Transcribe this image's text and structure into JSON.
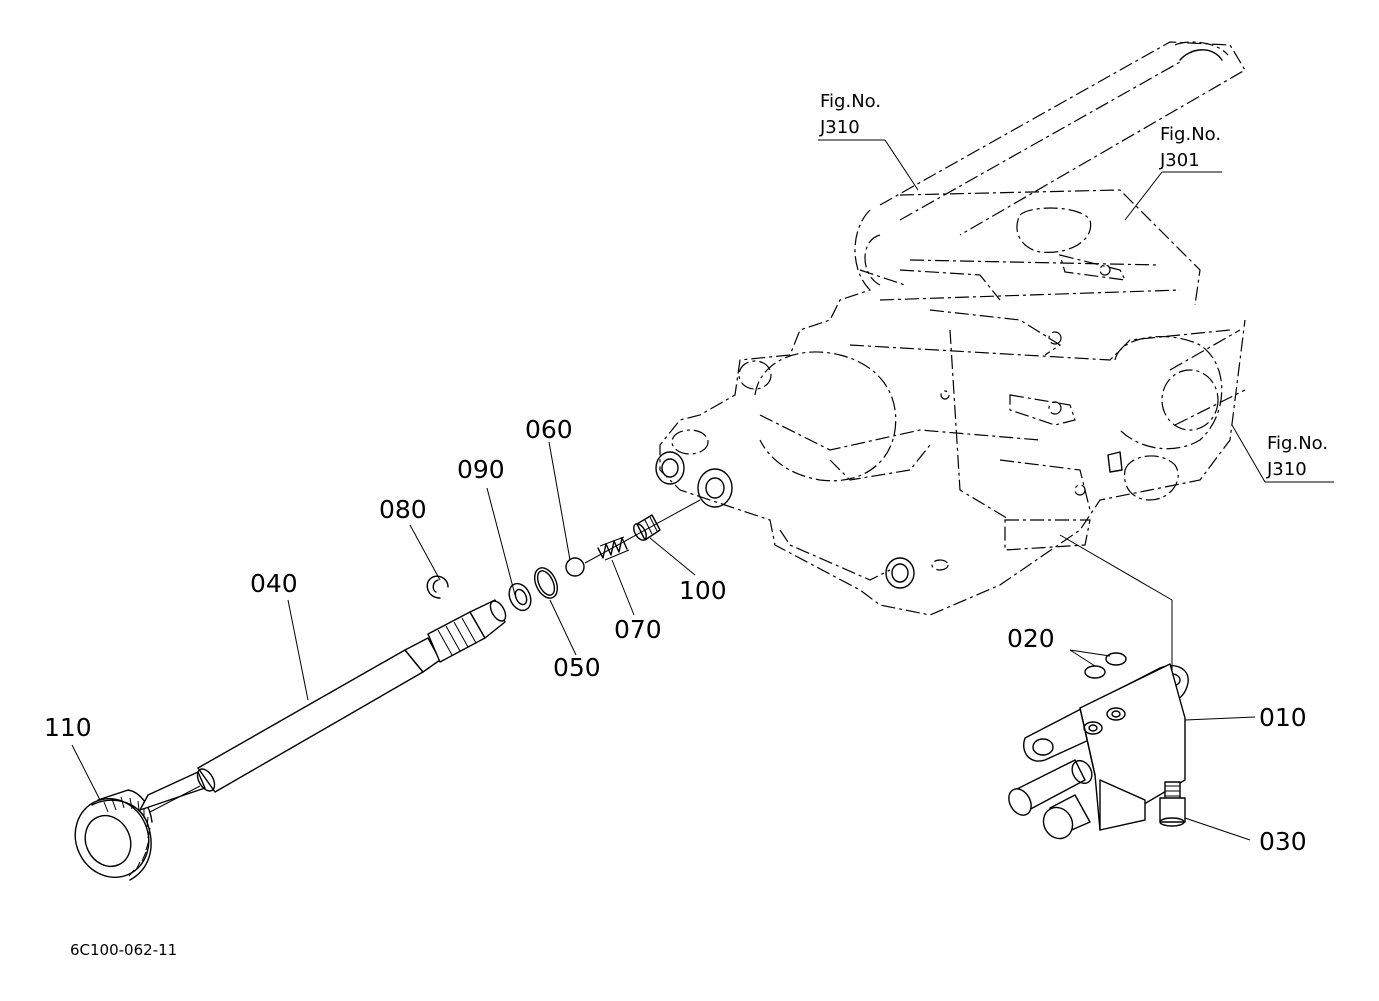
{
  "parts": {
    "p010": "010",
    "p020": "020",
    "p030": "030",
    "p040": "040",
    "p050": "050",
    "p060": "060",
    "p070": "070",
    "p080": "080",
    "p090": "090",
    "p100": "100",
    "p110": "110"
  },
  "references": {
    "ref1": {
      "line1": "Fig.No.",
      "line2": "J310"
    },
    "ref2": {
      "line1": "Fig.No.",
      "line2": "J301"
    },
    "ref3": {
      "line1": "Fig.No.",
      "line2": "J310"
    }
  },
  "drawing_code": "6C100-062-11"
}
